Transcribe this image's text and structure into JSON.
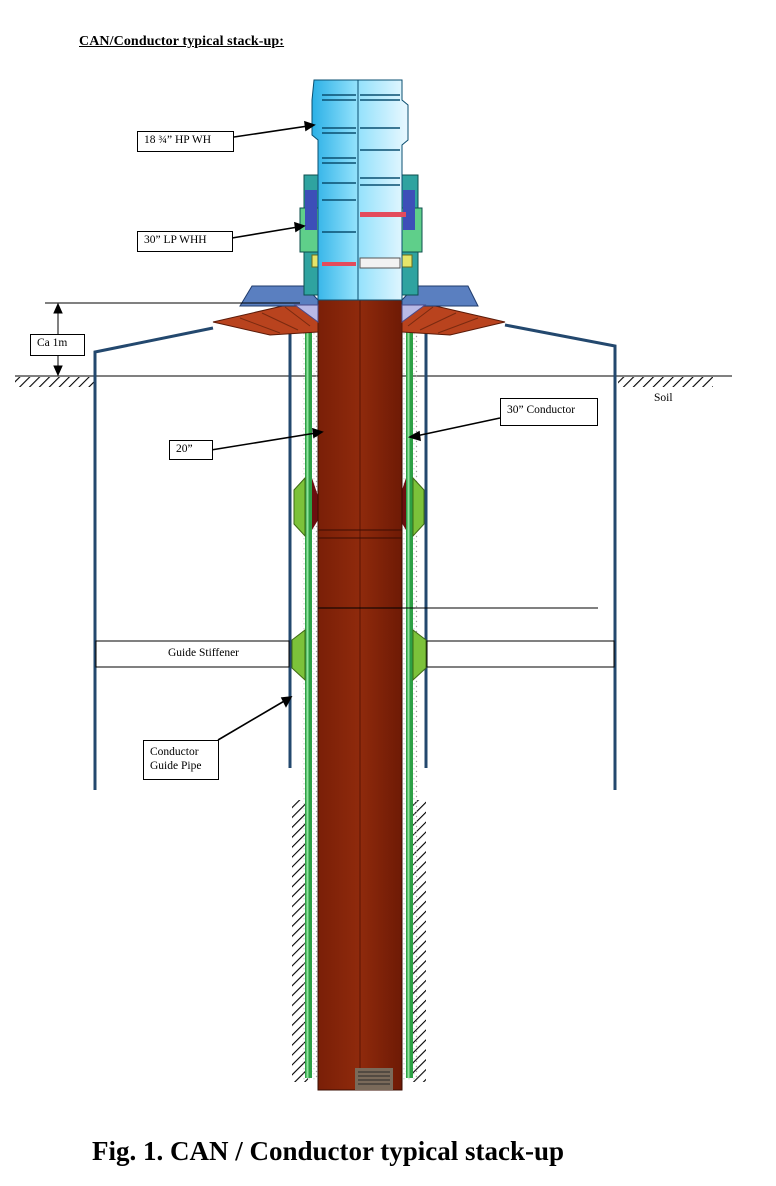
{
  "heading": "CAN/Conductor typical stack-up:",
  "caption": "Fig. 1. CAN / Conductor typical stack-up",
  "labels": {
    "hp_wellhead": "18 ¾” HP WH",
    "lp_wellhead_housing": "30” LP WHH",
    "height_above_seabed": "Ca 1m",
    "soil": "Soil",
    "conductor_30": "30” Conductor",
    "casing_20": "20”",
    "guide_stiffener": "Guide Stiffener",
    "guide_pipe_line1": "Conductor",
    "guide_pipe_line2": "Guide Pipe"
  },
  "colors": {
    "conductor_20": "#8B2409",
    "wellhead": "#7FD4F2",
    "guide_pipe": "#23486E",
    "conductor_30": "#2DA045",
    "centralizer": "#7CC23A",
    "base_plate": "#5A7FC0",
    "skirt": "#B9431E"
  }
}
